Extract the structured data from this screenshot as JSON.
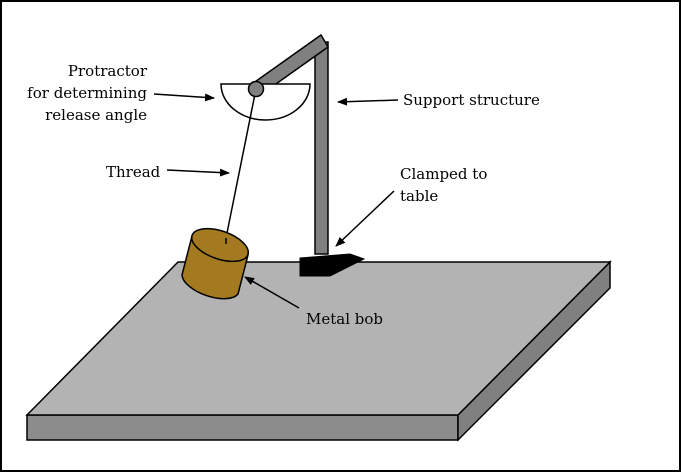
{
  "labels": {
    "protractor_line1": "Protractor",
    "protractor_line2": "for determining",
    "protractor_line3": "release angle",
    "support": "Support structure",
    "clamp_line1": "Clamped to",
    "clamp_line2": "table",
    "thread": "Thread",
    "bob": "Metal bob"
  },
  "colors": {
    "table_top": "#b3b3b3",
    "table_side": "#8c8c8c",
    "support": "#808080",
    "clamp": "#000000",
    "bob": "#a37a1f",
    "outline": "#000000"
  }
}
